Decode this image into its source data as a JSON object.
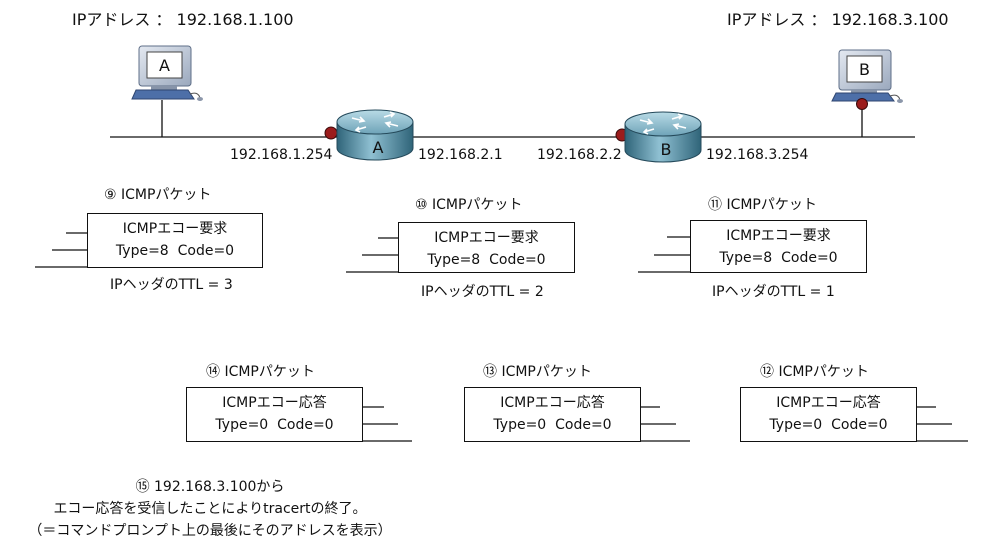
{
  "hosts": {
    "a": {
      "ip_label": "IPアドレス ： 192.168.1.100",
      "screen_label": "A"
    },
    "b": {
      "ip_label": "IPアドレス ： 192.168.3.100",
      "screen_label": "B"
    }
  },
  "routers": [
    {
      "label": "A",
      "left_ip": "192.168.1.254",
      "right_ip": "192.168.2.1"
    },
    {
      "label": "B",
      "left_ip": "192.168.2.2",
      "right_ip": "192.168.3.254"
    }
  ],
  "request_packets": [
    {
      "step": "⑨ ICMPパケット",
      "line1": "ICMPエコー要求",
      "line2": "Type=8  Code=0",
      "ttl": "IPヘッダのTTL = 3"
    },
    {
      "step": "⑩ ICMPパケット",
      "line1": "ICMPエコー要求",
      "line2": "Type=8  Code=0",
      "ttl": "IPヘッダのTTL = 2"
    },
    {
      "step": "⑪ ICMPパケット",
      "line1": "ICMPエコー要求",
      "line2": "Type=8  Code=0",
      "ttl": "IPヘッダのTTL = 1"
    }
  ],
  "reply_packets": [
    {
      "step": "⑭ ICMPパケット",
      "line1": "ICMPエコー応答",
      "line2": "Type=0  Code=0"
    },
    {
      "step": "⑬ ICMPパケット",
      "line1": "ICMPエコー応答",
      "line2": "Type=0  Code=0"
    },
    {
      "step": "⑫ ICMPパケット",
      "line1": "ICMPエコー応答",
      "line2": "Type=0  Code=0"
    }
  ],
  "conclusion": {
    "line1": "⑮ 192.168.3.100から",
    "line2": "エコー応答を受信したことによりtracertの終了。",
    "line3": "（＝コマンドプロンプト上の最後にそのアドレスを表示）"
  },
  "colors": {
    "link_dot": "#9b1c1c",
    "router_body": "#4f8aa3",
    "host_keyboard": "#4d6fa8"
  }
}
